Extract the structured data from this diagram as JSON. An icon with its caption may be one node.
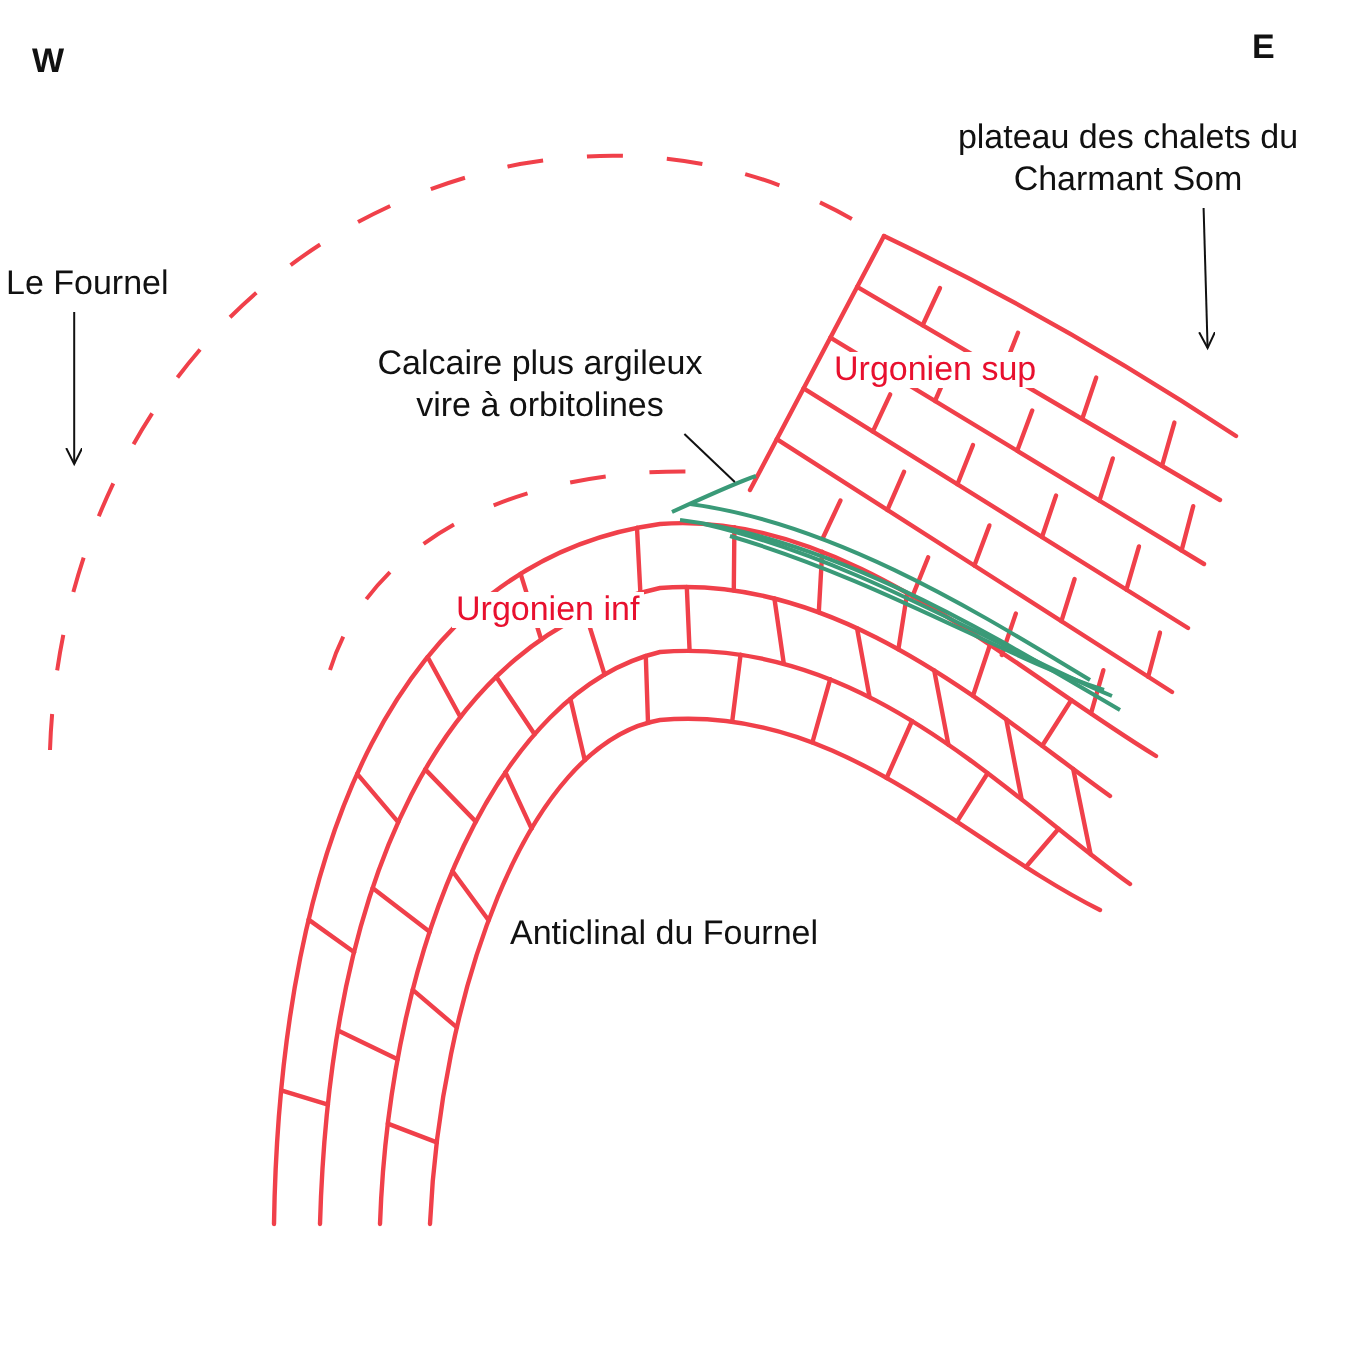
{
  "diagram": {
    "nodes": [
      {
        "text": [
          "Le Fournel"
        ]
      },
      {
        "text": [
          "plateau des chalets du Charmant Som"
        ]
      },
      {
        "text": [
          "Calcaire plus argileux vire à orbitolines"
        ]
      },
      {
        "text": [],
        "shape": "picture"
      }
    ],
    "edges": [
      {
        "from": 0,
        "to": null,
        "arrow": "to"
      },
      {
        "from": 1,
        "to": null,
        "arrow": "to"
      },
      {
        "from": 2,
        "to": 3,
        "arrow": "none"
      }
    ],
    "labels": [
      "W",
      "E",
      "Urgonien sup",
      "Urgonien inf",
      "Anticlinal du Fournel"
    ]
  }
}
